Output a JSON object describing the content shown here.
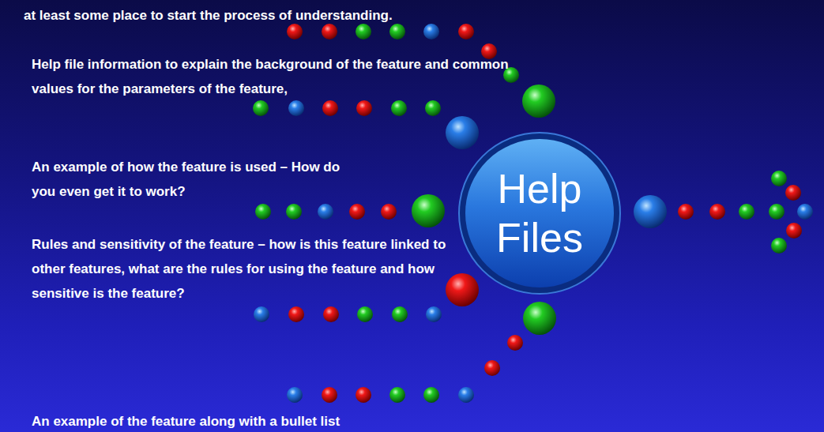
{
  "diagram": {
    "nodes": [
      {
        "text": [
          "Help Files"
        ]
      }
    ],
    "labels": [
      "at least some place to start the process of understanding.",
      "Help file information to explain the background of the feature and common values for the parameters of the feature,",
      "An example of how the feature is used – How do you even get it to work?",
      "Rules and sensitivity of the feature – how is this feature linked to other features, what are the rules for using the feature and how sensitive is the feature?",
      "An example of the feature along with a bullet list"
    ]
  }
}
